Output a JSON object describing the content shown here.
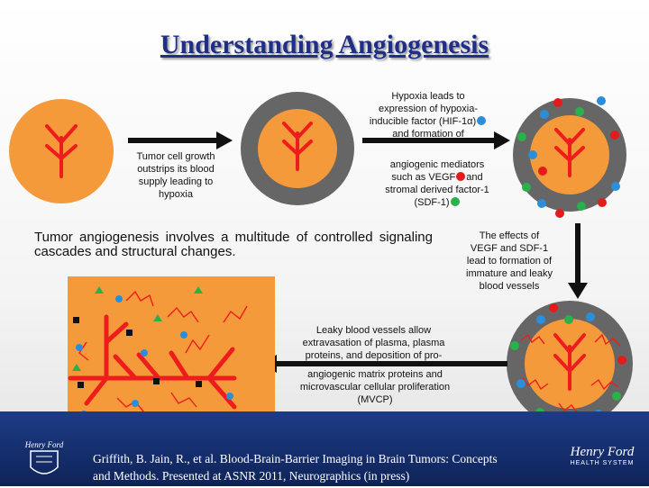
{
  "title": "Understanding Angiogenesis",
  "captions": {
    "growth": [
      "Tumor cell growth",
      "outstrips its blood",
      "supply leading to",
      "hypoxia"
    ],
    "hypoxia": [
      "Hypoxia leads to",
      "expression of hypoxia-",
      "inducible factor (HIF-1α)",
      "and formation of"
    ],
    "mediators": [
      "angiogenic mediators",
      "such as VEGF",
      "and",
      "stromal derived factor-1",
      "(SDF-1)"
    ],
    "effects": [
      "The effects of",
      "VEGF and SDF-1",
      "lead to formation of",
      "immature and leaky",
      "blood vessels"
    ],
    "leaky_top": [
      "Leaky blood vessels allow",
      "extravasation of plasma, plasma",
      "proteins, and deposition of pro-"
    ],
    "leaky_bottom": [
      "angiogenic matrix proteins and",
      "microvascular cellular proliferation",
      "(MVCP)"
    ]
  },
  "statement": {
    "part1": "Tumor angiogenesis",
    "part2": " involves a multitude of controlled signaling cascades",
    "part3": " and ",
    "part4": "structural changes",
    "part5": "."
  },
  "citation": [
    "Griffith, B. Jain, R., et al. Blood-Brain-Barrier Imaging in Brain Tumors: Concepts",
    "and Methods. Presented at ASNR 2011,  Neurographics (in press)"
  ],
  "logos": {
    "left_text": "Henry Ford",
    "right_script": "Henry Ford",
    "right_sub": "HEALTH SYSTEM"
  },
  "colors": {
    "tumor_orange": "#f59a3a",
    "vessel_red": "#ee1c1c",
    "ring_gray": "#6a6a6a",
    "hif_blue": "#2a8fd8",
    "vegf_red": "#e41b1b",
    "sdf_green": "#27b34a",
    "footer_blue": "#1d3c86",
    "title_blue": "#1f2f86"
  }
}
